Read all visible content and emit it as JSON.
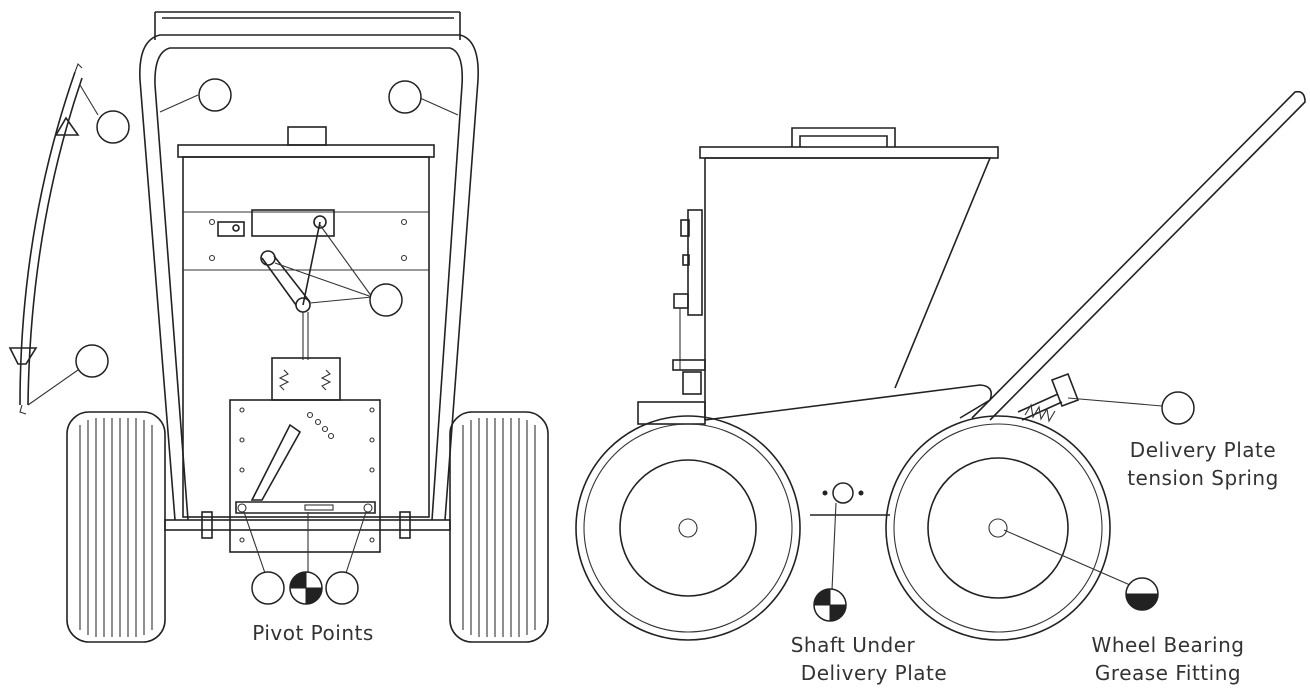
{
  "labels": {
    "pivot_points": "Pivot Points",
    "shaft_line1": "Shaft Under",
    "shaft_line2": "Delivery Plate",
    "spring_line1": "Delivery Plate",
    "spring_line2": "tension Spring",
    "wheel_line1": "Wheel Bearing",
    "wheel_line2": "Grease Fitting"
  },
  "symbols": {
    "oil_point": "empty-circle",
    "grease_point": "quartered-circle",
    "grease_fitting": "half-filled-circle"
  }
}
